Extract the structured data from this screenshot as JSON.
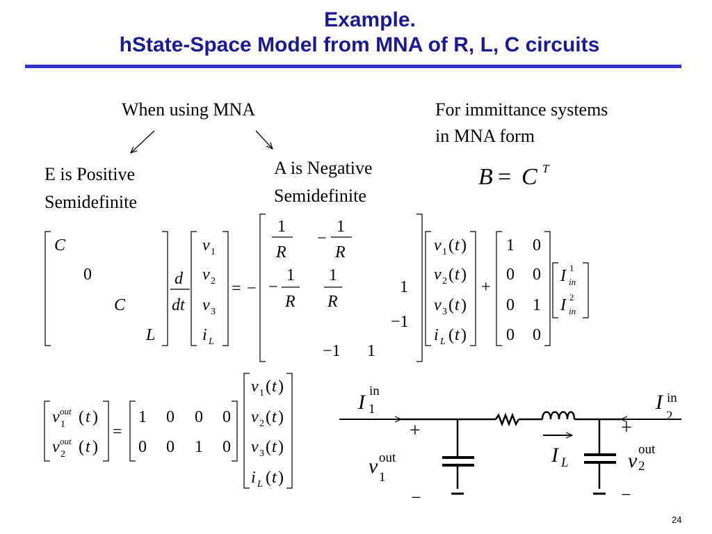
{
  "title": {
    "line1": "Example.",
    "line2": "hState-Space Model from MNA of R, L, C circuits"
  },
  "labels": {
    "when_using": "When using MNA",
    "e_line1": "E is Positive",
    "e_line2": "Semidefinite",
    "a_line1": "A is Negative",
    "a_line2": "Semidefinite",
    "imm_line1": "For immittance systems",
    "imm_line2": "in MNA form"
  },
  "page_number": "24"
}
